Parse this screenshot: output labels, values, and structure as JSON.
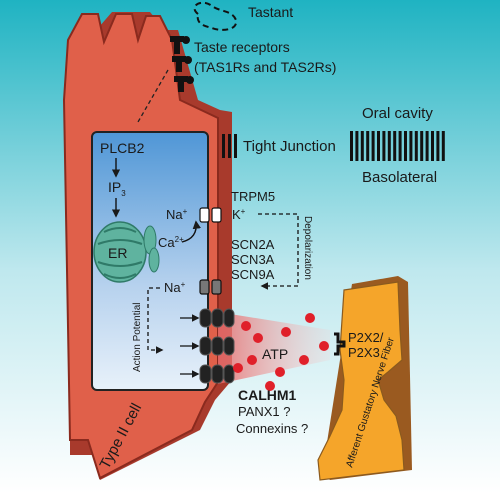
{
  "labels": {
    "tastant": "Tastant",
    "taste_receptors": "Taste receptors",
    "taste_receptors_sub": "(TAS1Rs and TAS2Rs)",
    "oral_cavity": "Oral cavity",
    "tight_junction": "Tight Junction",
    "basolateral": "Basolateral",
    "plcb2": "PLCB2",
    "ip3": "IP",
    "ip3_sub": "3",
    "er": "ER",
    "ca": "Ca",
    "ca_sup": "2+",
    "na_top": "Na",
    "na_top_sup": "+",
    "k": "K",
    "k_sup": "+",
    "trpm5": "TRPM5",
    "scn2a": "SCN2A",
    "scn3a": "SCN3A",
    "scn9a": "SCN9A",
    "na_mid": "Na",
    "na_mid_sup": "+",
    "depolarization": "Depolarization",
    "action_potential": "Action Potential",
    "atp": "ATP",
    "p2x2": "P2X2/",
    "p2x3": "P2X3",
    "calhm1": "CALHM1",
    "panx1": "PANX1 ?",
    "connexins": "Connexins ?",
    "type2_cell": "Type II cell",
    "afferent": "Afferent Gustatory Nerve Fiber"
  },
  "colors": {
    "bg_top": "#1fb3c2",
    "bg_bottom": "#ffffff",
    "cell": "#e0604a",
    "cell_stroke": "#8a2a1e",
    "cytoplasm_top": "#4f96d6",
    "cytoplasm_bottom": "#e3eef8",
    "er": "#5fb39f",
    "nerve": "#f5a52a",
    "nerve_side": "#9a5a20",
    "atp": "#e0202a",
    "channel": "#222222"
  }
}
